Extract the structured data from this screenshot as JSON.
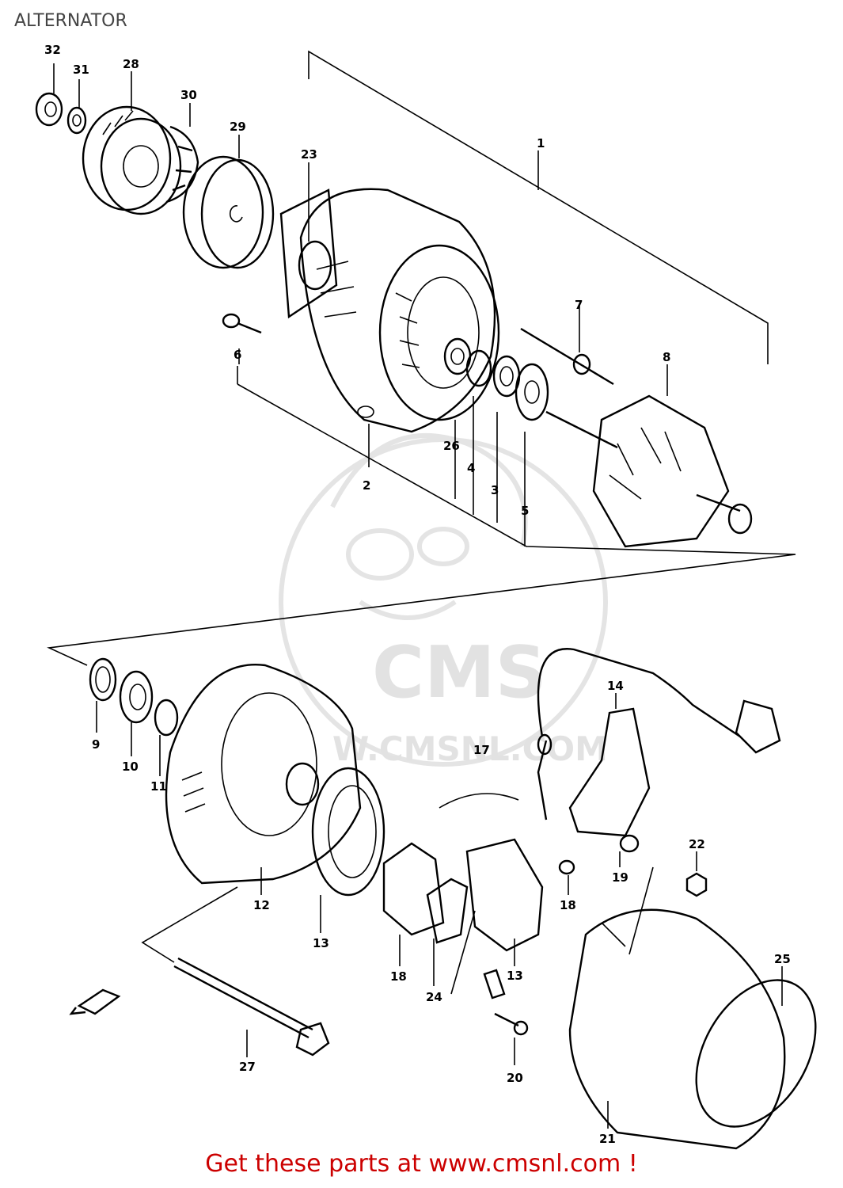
{
  "page": {
    "title": "ALTERNATOR",
    "footer_link": "Get these parts at www.cmsnl.com !"
  },
  "watermark": {
    "brand": "CMS",
    "url": "W.CMSNL.COM"
  },
  "callouts": [
    "1",
    "2",
    "3",
    "4",
    "5",
    "6",
    "7",
    "8",
    "9",
    "10",
    "11",
    "12",
    "13",
    "13",
    "14",
    "17",
    "18",
    "18",
    "19",
    "20",
    "21",
    "22",
    "23",
    "24",
    "25",
    "26",
    "27",
    "28",
    "29",
    "30",
    "31",
    "32"
  ],
  "icons": [
    "front-direction-arrow-icon"
  ]
}
